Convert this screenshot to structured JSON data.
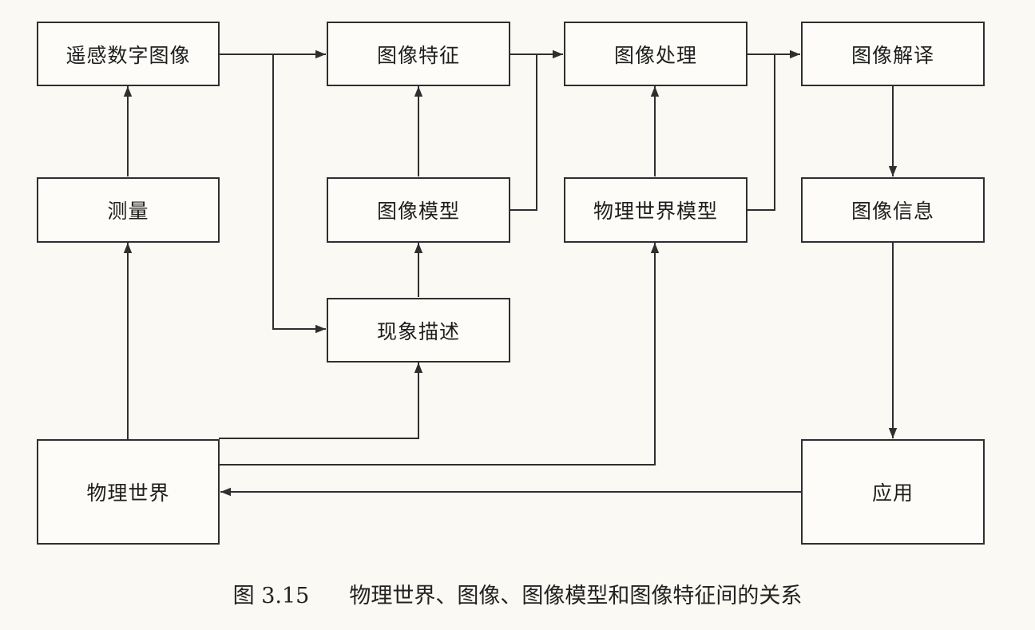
{
  "nodes": {
    "remote_sensing_image": "遥感数字图像",
    "image_feature": "图像特征",
    "image_processing": "图像处理",
    "image_interpretation": "图像解译",
    "measurement": "测量",
    "image_model": "图像模型",
    "physical_world_model": "物理世界模型",
    "image_information": "图像信息",
    "phenomenon_description": "现象描述",
    "physical_world": "物理世界",
    "application": "应用"
  },
  "caption": {
    "number": "图 3.15",
    "text": "物理世界、图像、图像模型和图像特征间的关系"
  }
}
